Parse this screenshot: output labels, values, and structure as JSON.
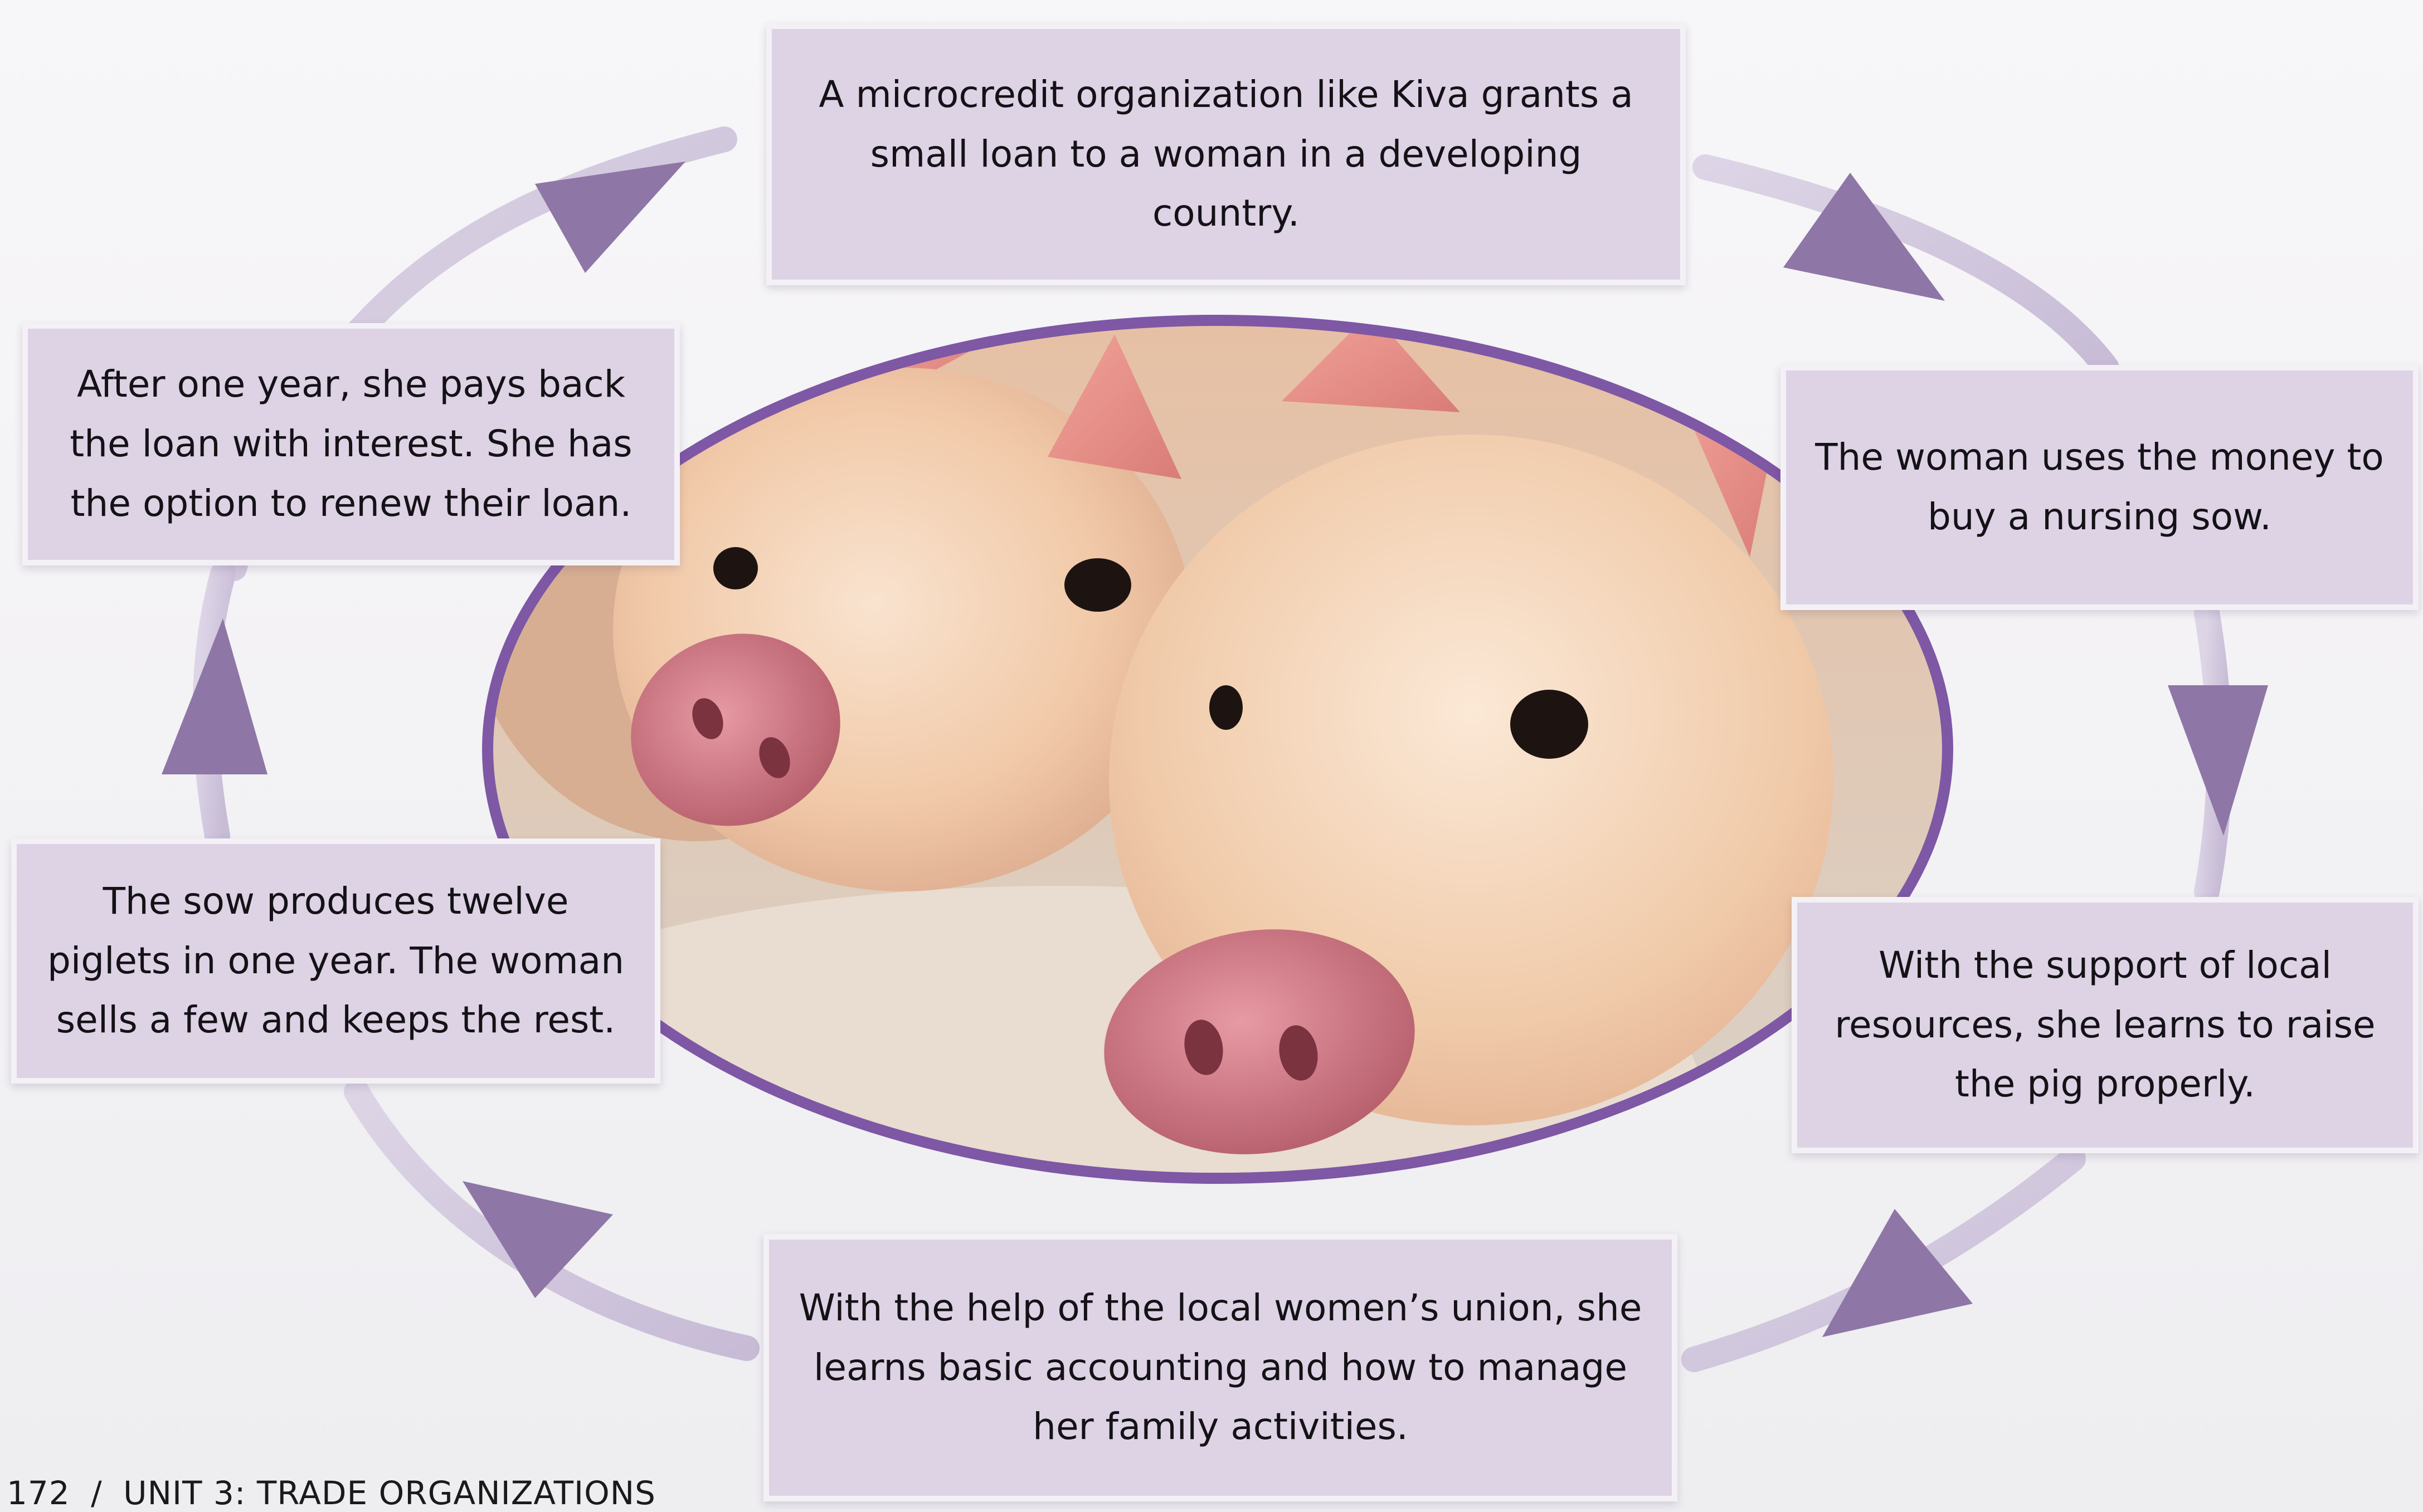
{
  "cycle": {
    "steps": [
      {
        "text": "A microcredit organization like Kiva grants a small loan to a woman in a developing country."
      },
      {
        "text": "The woman uses the money to buy a nursing sow."
      },
      {
        "text": "With the support of local resources, she learns to raise the pig properly."
      },
      {
        "text": "With the help of the local women’s union, she learns basic accounting and how to manage her family activities."
      },
      {
        "text": "The sow produces twelve piglets in one year. The woman sells a few and keeps the rest."
      },
      {
        "text": "After one year, she pays back the loan with interest. She has the option to renew their loan."
      }
    ],
    "center_image": "piglets-photo"
  },
  "footer": {
    "page_number": "172",
    "separator": "/",
    "unit_label": "UNIT 3: TRADE ORGANIZATIONS"
  },
  "colors": {
    "box_fill": "#ddd3e5",
    "arrow": "#8e76a6",
    "ring": "#cfc4db",
    "photo_border": "#7e57a5"
  }
}
